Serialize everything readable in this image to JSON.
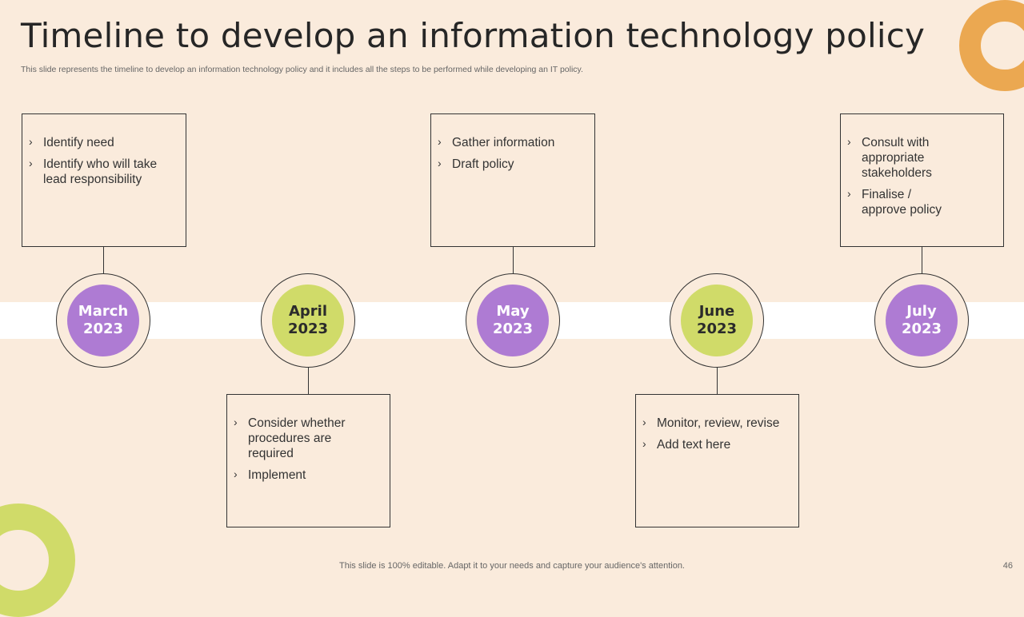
{
  "slide": {
    "title": "Timeline to develop an information technology policy",
    "subtitle": "This slide represents the timeline to develop an information technology policy and it includes all the steps to be performed while developing an IT policy.",
    "footer": "This slide is 100% editable. Adapt it to your needs and capture your audience's attention.",
    "page_number": "46"
  },
  "colors": {
    "background": "#FAEBDC",
    "purple": "#AE7BD3",
    "green": "#D0DB69",
    "orange": "#EBA851"
  },
  "bullet_glyph": "›",
  "milestones": [
    {
      "month": "March",
      "year": "2023",
      "color": "purple",
      "items": [
        "Identify  need",
        "Identify  who will take lead responsibility"
      ]
    },
    {
      "month": "April",
      "year": "2023",
      "color": "green",
      "items": [
        "Consider whether procedures are required",
        "Implement"
      ]
    },
    {
      "month": "May",
      "year": "2023",
      "color": "purple",
      "items": [
        "Gather information",
        "Draft policy"
      ]
    },
    {
      "month": "June",
      "year": "2023",
      "color": "green",
      "items": [
        "Monitor, review, revise",
        "Add text here"
      ]
    },
    {
      "month": "July",
      "year": "2023",
      "color": "purple",
      "items": [
        "Consult with appropriate stakeholders",
        "Finalise / approve policy"
      ]
    }
  ]
}
